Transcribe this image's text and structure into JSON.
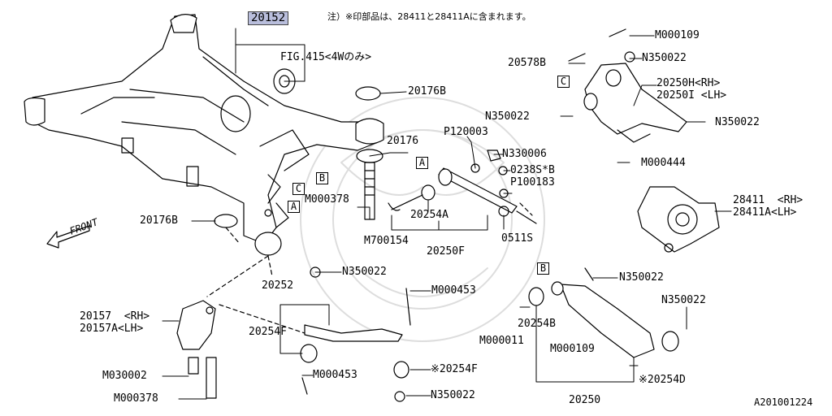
{
  "header_note": "注）※印部品は、28411と28411Aに含まれます。",
  "highlight_part": "20152",
  "fig_ref": "FIG.415<4Wのみ>",
  "front_label": "FRONT",
  "diagram_id": "A201001224",
  "callout_boxes": {
    "a1": "A",
    "a2": "A",
    "b1": "B",
    "b2": "B",
    "c1": "C",
    "c2": "C"
  },
  "labels": {
    "p20176b_top": "20176B",
    "p20176": "20176",
    "p120003": "P120003",
    "n330006": "N330006",
    "p0238s": "0238S*B",
    "p100183": "P100183",
    "m000378_a": "M000378",
    "p20254a": "20254A",
    "m700154": "M700154",
    "p20250f": "20250F",
    "p0511s": "0511S",
    "p20176b_left": "20176B",
    "m000109_top": "M000109",
    "p20578b": "20578B",
    "n350022_top": "N350022",
    "p20250h": "20250H<RH>",
    "p20250i": "20250I <LH>",
    "n350022_mid": "N350022",
    "n350022_right": "N350022",
    "m000444": "M000444",
    "p28411": "28411  <RH>",
    "p28411a": "28411A<LH>",
    "n350022_center": "N350022",
    "p20252": "20252",
    "p20157": "20157  <RH>",
    "p20157a": "20157A<LH>",
    "p20254f": "20254F",
    "m030002": "M030002",
    "m000378_b": "M000378",
    "m000453_a": "M000453",
    "m000453_b": "M000453",
    "p20254f_star": "※20254F",
    "n350022_bottom": "N350022",
    "n350022_lowright": "N350022",
    "n350022_far": "N350022",
    "p20254b": "20254B",
    "m000011": "M000011",
    "m000109_low": "M000109",
    "p20254d_star": "※20254D",
    "p20250": "20250"
  }
}
